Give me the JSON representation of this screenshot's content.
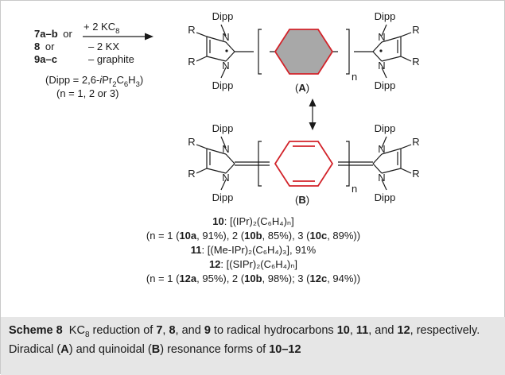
{
  "reagents": {
    "line1_bold": "7a–b",
    "line1_tail": "or",
    "line2_bold": "8",
    "line2_tail": "or",
    "line3_bold": "9a–c",
    "above_arrow": "+ 2 KC",
    "above_arrow_sub": "8",
    "below_arrow_1": "– 2 KX",
    "below_arrow_2": "– graphite",
    "dipp_def_pre": "(Dipp = 2,6-",
    "dipp_def_ipr": "i",
    "dipp_def_pr": "Pr",
    "dipp_def_sub1": "2",
    "dipp_def_c": "C",
    "dipp_def_sub2": "6",
    "dipp_def_h": "H",
    "dipp_def_sub3": "3",
    "dipp_def_end": ")",
    "n_def": "(n = 1, 2 or 3)"
  },
  "structure": {
    "dipp": "Dipp",
    "n_atom": "N",
    "r_group": "R",
    "n_sub": "n",
    "label_a": "A",
    "label_b": "B",
    "paren_open": "(",
    "paren_close": ")"
  },
  "products": {
    "p10_num": "10",
    "p10_formula": ": [(IPr)₂(C₆H₄)ₙ]",
    "p10_yield_pre": "(n = 1 (",
    "p10a": "10a",
    "p10_y1": ", 91%), 2 (",
    "p10b": "10b",
    "p10_y2": ", 85%), 3 (",
    "p10c": "10c",
    "p10_y3": ", 89%))",
    "p11_num": "11",
    "p11_formula": ": [(Me-IPr)₂(C₆H₄)₃], 91%",
    "p12_num": "12",
    "p12_formula": ": [(SIPr)₂(C₆H₄)ₙ]",
    "p12_yield_pre": "(n = 1 (",
    "p12a": "12a",
    "p12_y1": ", 95%), 2 (",
    "p12b": "10b",
    "p12_y2": ", 98%); 3 (",
    "p12c": "12c",
    "p12_y3": ", 94%))"
  },
  "caption": {
    "label": "Scheme 8",
    "text1": "KC",
    "text1_sub": "8",
    "text2": " reduction of ",
    "b7": "7",
    "t3": ", ",
    "b8": "8",
    "t4": ", and ",
    "b9": "9",
    "t5": " to radical hydrocarbons ",
    "b10": "10",
    "t6": ", ",
    "b11": "11",
    "t7": ", and ",
    "b12": "12",
    "t8": ", respectively. Diradical (",
    "bA": "A",
    "t9": ") and quinoidal (",
    "bB": "B",
    "t10": ") resonance forms of ",
    "b1012": "10–12"
  },
  "colors": {
    "ring_red": "#d2232a",
    "ring_fill": "#a8a8a8",
    "caption_bg": "#e6e6e6",
    "ink": "#1a1a1a"
  }
}
